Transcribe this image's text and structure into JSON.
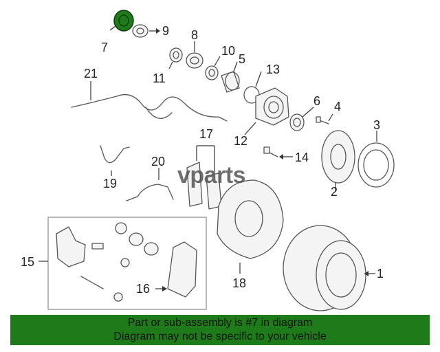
{
  "diagram": {
    "callouts": [
      "1",
      "2",
      "3",
      "4",
      "5",
      "6",
      "7",
      "8",
      "9",
      "10",
      "11",
      "12",
      "13",
      "14",
      "15",
      "16",
      "17",
      "18",
      "19",
      "20",
      "21"
    ],
    "highlight_color": "#1f7a1a"
  },
  "watermark": "vparts",
  "banner": {
    "line1": "Part or sub-assembly is #7 in diagram",
    "line2": "Diagram may not be specific to your vehicle",
    "color": "#1f7a1a"
  }
}
